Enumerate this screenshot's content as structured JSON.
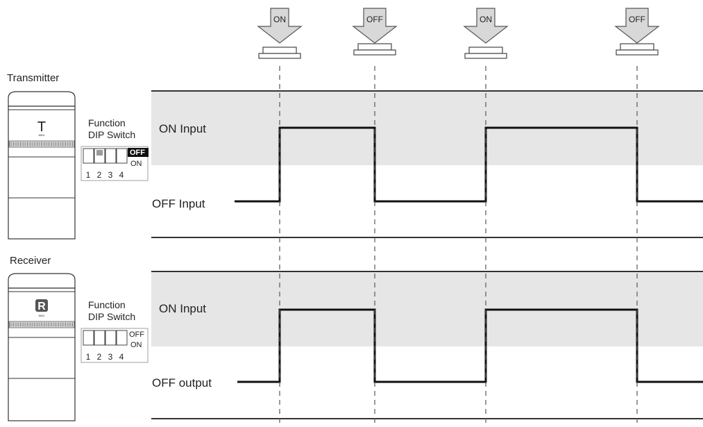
{
  "events": [
    {
      "label": "ON"
    },
    {
      "label": "OFF"
    },
    {
      "label": "ON"
    },
    {
      "label": "OFF"
    }
  ],
  "transmitter": {
    "heading": "Transmitter",
    "badge": "T",
    "badge_sub": "MAX",
    "function_label_1": "Function",
    "function_label_2": "DIP Switch",
    "dip_off_label": "OFF",
    "dip_on_label": "ON",
    "dip_numbers": [
      "1",
      "2",
      "3",
      "4"
    ],
    "dip_states": [
      "OFF",
      "ON",
      "OFF",
      "OFF"
    ]
  },
  "receiver": {
    "heading": "Receiver",
    "badge": "R",
    "badge_sub": "MAX",
    "function_label_1": "Function",
    "function_label_2": "DIP Switch",
    "dip_off_label": "OFF",
    "dip_on_label": "ON",
    "dip_numbers": [
      "1",
      "2",
      "3",
      "4"
    ],
    "dip_states": [
      "OFF",
      "OFF",
      "OFF",
      "OFF"
    ]
  },
  "top_chart": {
    "high_label": "ON Input",
    "low_label": "OFF Input"
  },
  "bottom_chart": {
    "high_label": "ON Input",
    "low_label": "OFF output"
  },
  "colors": {
    "band": "#e6e6e6",
    "signal": "#111111",
    "device_outline": "#333333"
  }
}
